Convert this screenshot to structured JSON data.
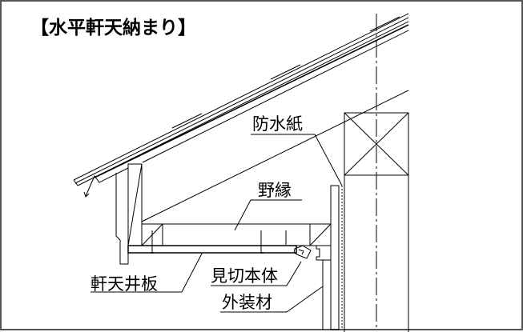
{
  "title": "【水平軒天納まり】",
  "labels": {
    "waterproof_paper": "防水紙",
    "furring": "野縁",
    "soffit_board": "軒天井板",
    "trim_body": "見切本体",
    "exterior_material": "外装材"
  },
  "colors": {
    "line": "#000000",
    "frame": "#555555",
    "background": "#ffffff"
  }
}
